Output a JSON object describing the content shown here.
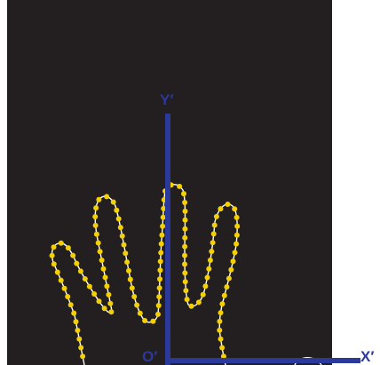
{
  "figure": {
    "colors": {
      "panel_background": "#231f20",
      "page_background": "#ffffff",
      "axis": "#2b3a9a",
      "contour_line": "#ffffff",
      "contour_points": "#f5d000"
    },
    "axes": {
      "y_label": "Y′",
      "x_label": "X′",
      "origin_label": "O′"
    },
    "contour": {
      "description_visible": false,
      "point_marker": "filled-circle"
    }
  }
}
